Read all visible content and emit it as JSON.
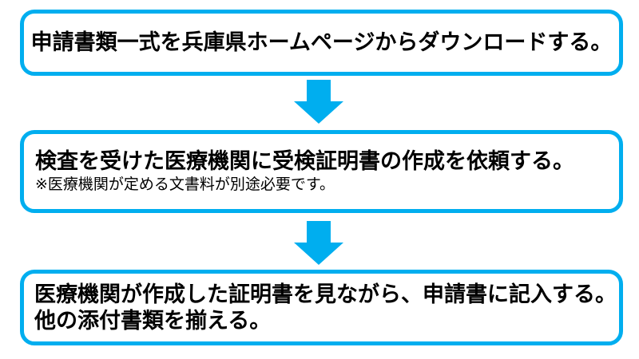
{
  "colors": {
    "accent": "#00AEEF",
    "text": "#000000",
    "background": "#FFFFFF"
  },
  "flow": {
    "steps": [
      {
        "line1": "申請書類一式を兵庫県ホームページからダウンロードする。"
      },
      {
        "line1": "検査を受けた医療機関に受検証明書の作成を依頼する。",
        "note": "※医療機関が定める文書料が別途必要です。"
      },
      {
        "line1": "医療機関が作成した証明書を見ながら、申請書に記入する。",
        "line2": "他の添付書類を揃える。"
      }
    ],
    "connector_icon": "down-arrow-icon"
  }
}
